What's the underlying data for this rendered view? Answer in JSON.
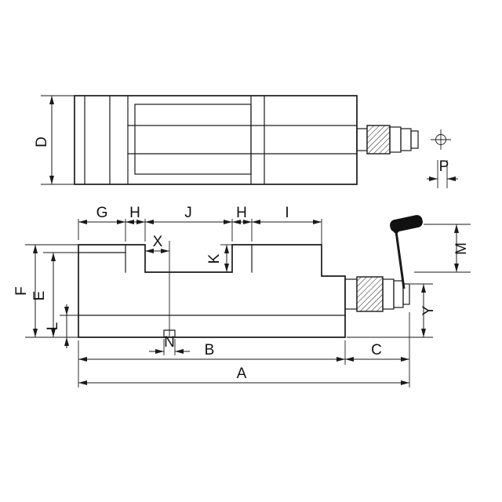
{
  "drawing": {
    "title": "Machine vise dimensional drawing",
    "views": {
      "top": "top-view",
      "side": "side-view"
    },
    "line_color": "#1a1a1a",
    "background": "#ffffff",
    "labels": {
      "D": "D",
      "P": "P",
      "G": "G",
      "H1": "H",
      "J": "J",
      "H2": "H",
      "I": "I",
      "X": "X",
      "K": "K",
      "M": "M",
      "F": "F",
      "E": "E",
      "L": "L",
      "N": "N",
      "B": "B",
      "C": "C",
      "A": "A",
      "Y": "Y"
    }
  }
}
